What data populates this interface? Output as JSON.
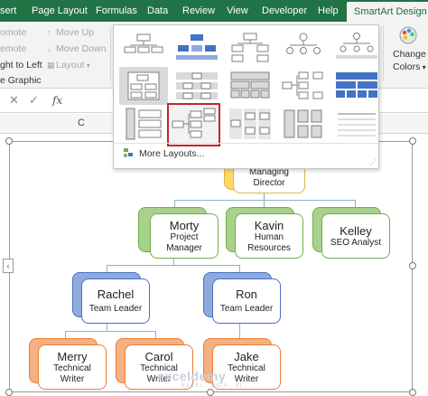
{
  "ribbon": {
    "tabs": [
      "sert",
      "Page Layout",
      "Formulas",
      "Data",
      "Review",
      "View",
      "Developer",
      "Help",
      "SmartArt Design"
    ],
    "active_tab": "SmartArt Design",
    "left": {
      "promote": "omote",
      "demote": "emote",
      "right_to_left": "ght to Left",
      "group_label": "e Graphic"
    },
    "move_up": "Move Up",
    "move_down": "Move Down",
    "layout": "Layout",
    "change_colors_1": "Change",
    "change_colors_2": "Colors"
  },
  "formula_bar": {
    "cancel": "✕",
    "enter": "✓",
    "fx": "fx"
  },
  "column_header": "C",
  "gallery": {
    "more_layouts": "More Layouts..."
  },
  "org_chart": {
    "top": {
      "name": "",
      "role_line1": "Managing",
      "role_line2": "Director"
    },
    "level2": [
      {
        "name": "Morty",
        "role_line1": "Project",
        "role_line2": "Manager"
      },
      {
        "name": "Kavin",
        "role_line1": "Human",
        "role_line2": "Resources"
      },
      {
        "name": "Kelley",
        "role_line1": "SEO Analyst",
        "role_line2": ""
      }
    ],
    "level3": [
      {
        "name": "Rachel",
        "role_line1": "Team Leader",
        "role_line2": ""
      },
      {
        "name": "Ron",
        "role_line1": "Team Leader",
        "role_line2": ""
      }
    ],
    "level4": [
      {
        "name": "Merry",
        "role_line1": "Technical",
        "role_line2": "Writer"
      },
      {
        "name": "Carol",
        "role_line1": "Technical",
        "role_line2": "Writer"
      },
      {
        "name": "Jake",
        "role_line1": "Technical",
        "role_line2": "Writer"
      }
    ]
  },
  "watermark": {
    "main": "exceldemy",
    "sub": "EXCEL · DATA · BI"
  },
  "colors": {
    "ribbon_green": "#217346",
    "green_node": "#a9d18e",
    "green_border": "#70ad47",
    "blue_node": "#8faadc",
    "blue_border": "#4472c4",
    "orange_node": "#f4b183",
    "orange_border": "#ed7d31",
    "yellow_node": "#ffd966",
    "selection_red": "#c0282d"
  }
}
